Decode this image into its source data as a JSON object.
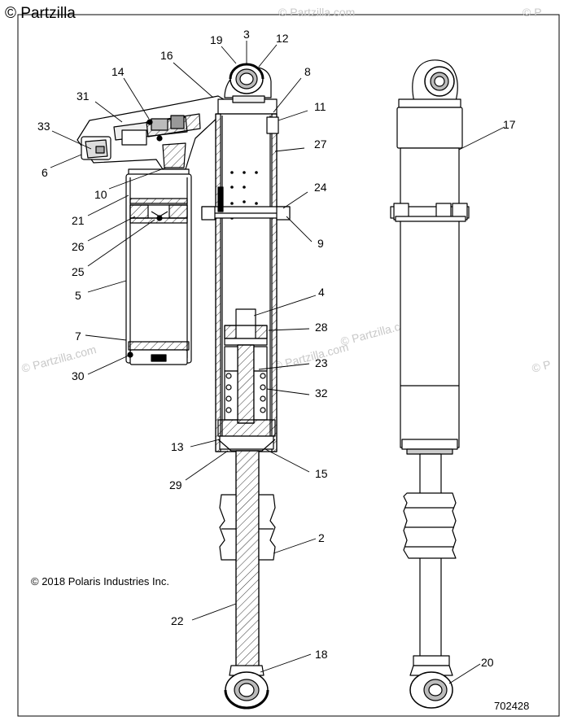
{
  "watermarks": {
    "corner": "© Partzilla",
    "repeat": "© Partzilla.com",
    "edge": "© P"
  },
  "copyright": "© 2018 Polaris Industries Inc.",
  "diagram_id": "702428",
  "callouts": [
    "19",
    "3",
    "12",
    "16",
    "8",
    "14",
    "11",
    "31",
    "33",
    "27",
    "6",
    "10",
    "24",
    "21",
    "9",
    "26",
    "25",
    "5",
    "4",
    "7",
    "28",
    "30",
    "23",
    "32",
    "13",
    "29",
    "15",
    "2",
    "22",
    "18",
    "17",
    "20"
  ]
}
